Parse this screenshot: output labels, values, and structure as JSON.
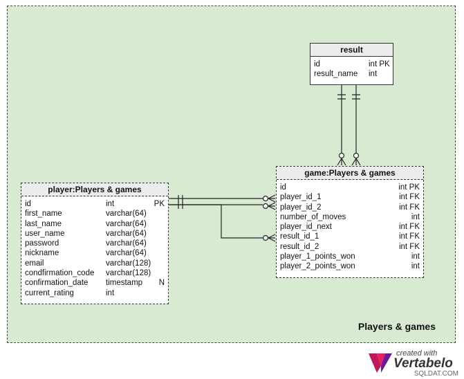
{
  "area": {
    "label": "Players & games"
  },
  "result": {
    "title": "result",
    "columns": [
      {
        "name": "id",
        "type": "int PK",
        "flag": ""
      },
      {
        "name": "result_name",
        "type": "int",
        "flag": ""
      }
    ]
  },
  "game": {
    "title": "game:Players & games",
    "columns": [
      {
        "name": "id",
        "type": "int PK"
      },
      {
        "name": "player_id_1",
        "type": "int FK"
      },
      {
        "name": "player_id_2",
        "type": "int FK"
      },
      {
        "name": "number_of_moves",
        "type": "int"
      },
      {
        "name": "player_id_next",
        "type": "int FK"
      },
      {
        "name": "result_id_1",
        "type": "int FK"
      },
      {
        "name": "result_id_2",
        "type": "int FK"
      },
      {
        "name": "player_1_points_won",
        "type": "int"
      },
      {
        "name": "player_2_points_won",
        "type": "int"
      }
    ]
  },
  "player": {
    "title": "player:Players & games",
    "columns": [
      {
        "name": "id",
        "type": "int",
        "flag": "PK"
      },
      {
        "name": "first_name",
        "type": "varchar(64)",
        "flag": ""
      },
      {
        "name": "last_name",
        "type": "varchar(64)",
        "flag": ""
      },
      {
        "name": "user_name",
        "type": "varchar(64)",
        "flag": ""
      },
      {
        "name": "password",
        "type": "varchar(64)",
        "flag": ""
      },
      {
        "name": "nickname",
        "type": "varchar(64)",
        "flag": ""
      },
      {
        "name": "email",
        "type": "varchar(128)",
        "flag": ""
      },
      {
        "name": "condfirmation_code",
        "type": "varchar(128)",
        "flag": ""
      },
      {
        "name": "confirmation_date",
        "type": "timestamp",
        "flag": "N"
      },
      {
        "name": "current_rating",
        "type": "int",
        "flag": ""
      }
    ]
  },
  "footer": {
    "created_with": "created with",
    "brand": "Vertabelo",
    "watermark": "SQLDAT.COM"
  },
  "colors": {
    "area": "#d9ead3",
    "logo_magenta": "#c2185b",
    "logo_purple": "#6a1b9a"
  }
}
